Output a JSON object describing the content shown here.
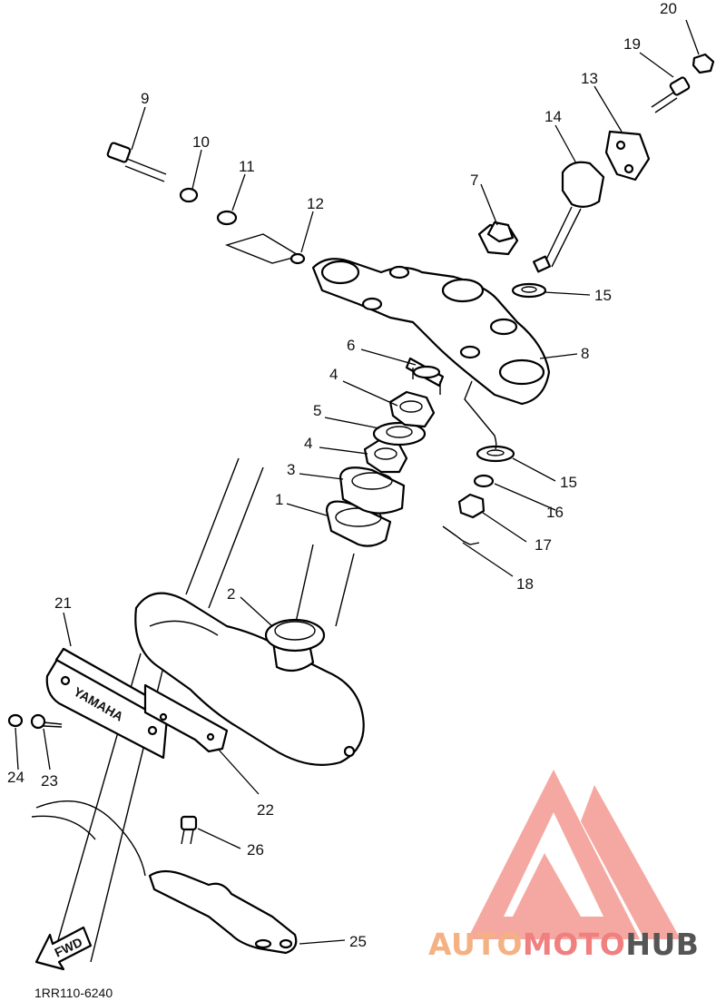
{
  "diagram": {
    "drawing_code": "1RR110-6240",
    "fwd_label": "FWD",
    "emblem_text": "YAMAHA",
    "part_labels": [
      "1",
      "2",
      "3",
      "4",
      "4",
      "5",
      "6",
      "7",
      "8",
      "9",
      "10",
      "11",
      "12",
      "13",
      "14",
      "15",
      "15",
      "16",
      "17",
      "18",
      "19",
      "20",
      "21",
      "22",
      "23",
      "24",
      "25",
      "26"
    ]
  },
  "watermark": {
    "part1": "AUTO",
    "part2": "MOTO",
    "part3": "HUB",
    "colors": {
      "auto": "#f4b183",
      "moto": "#f08080",
      "hub": "#555555",
      "logo": "#f28b82"
    }
  }
}
